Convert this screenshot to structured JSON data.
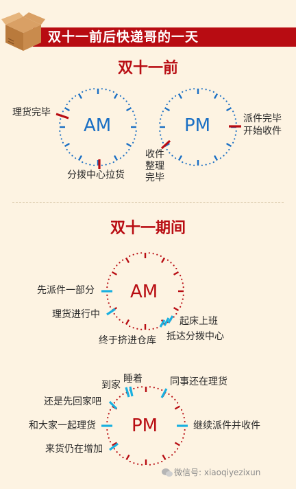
{
  "header": {
    "title": "双十一前后快递哥的一天"
  },
  "before": {
    "title": "双十一前",
    "am": {
      "text": "AM",
      "labels": {
        "sorting_done": "理货完毕",
        "pickup_at_center": "分拨中心拉货"
      }
    },
    "pm": {
      "text": "PM",
      "labels": {
        "deliver_done_line1": "派件完毕",
        "deliver_done_line2": "开始收件",
        "collect_done_line1": "收件",
        "collect_done_line2": "整理",
        "collect_done_line3": "完毕"
      }
    }
  },
  "during": {
    "title": "双十一期间",
    "am": {
      "text": "AM",
      "labels": {
        "deliver_part": "先派件一部分",
        "sorting": "理货进行中",
        "get_up": "起床上班",
        "arrive_center": "抵达分拨中心",
        "squeeze_in": "终于挤进仓库"
      }
    },
    "pm": {
      "text": "PM",
      "labels": {
        "sleep": "睡着",
        "home": "到家",
        "colleague": "同事还在理货",
        "go_home": "还是先回家吧",
        "sort_together": "和大家一起理货",
        "continue": "继续派件并收件",
        "still_increasing": "来货仍在增加"
      }
    }
  },
  "watermark": {
    "text": "微信号: xiaoqiyezixun"
  },
  "colors": {
    "red": "#b80c12",
    "blue": "#1a6fc4",
    "cyan": "#1ab0e0",
    "dark": "#2a2a2a"
  }
}
